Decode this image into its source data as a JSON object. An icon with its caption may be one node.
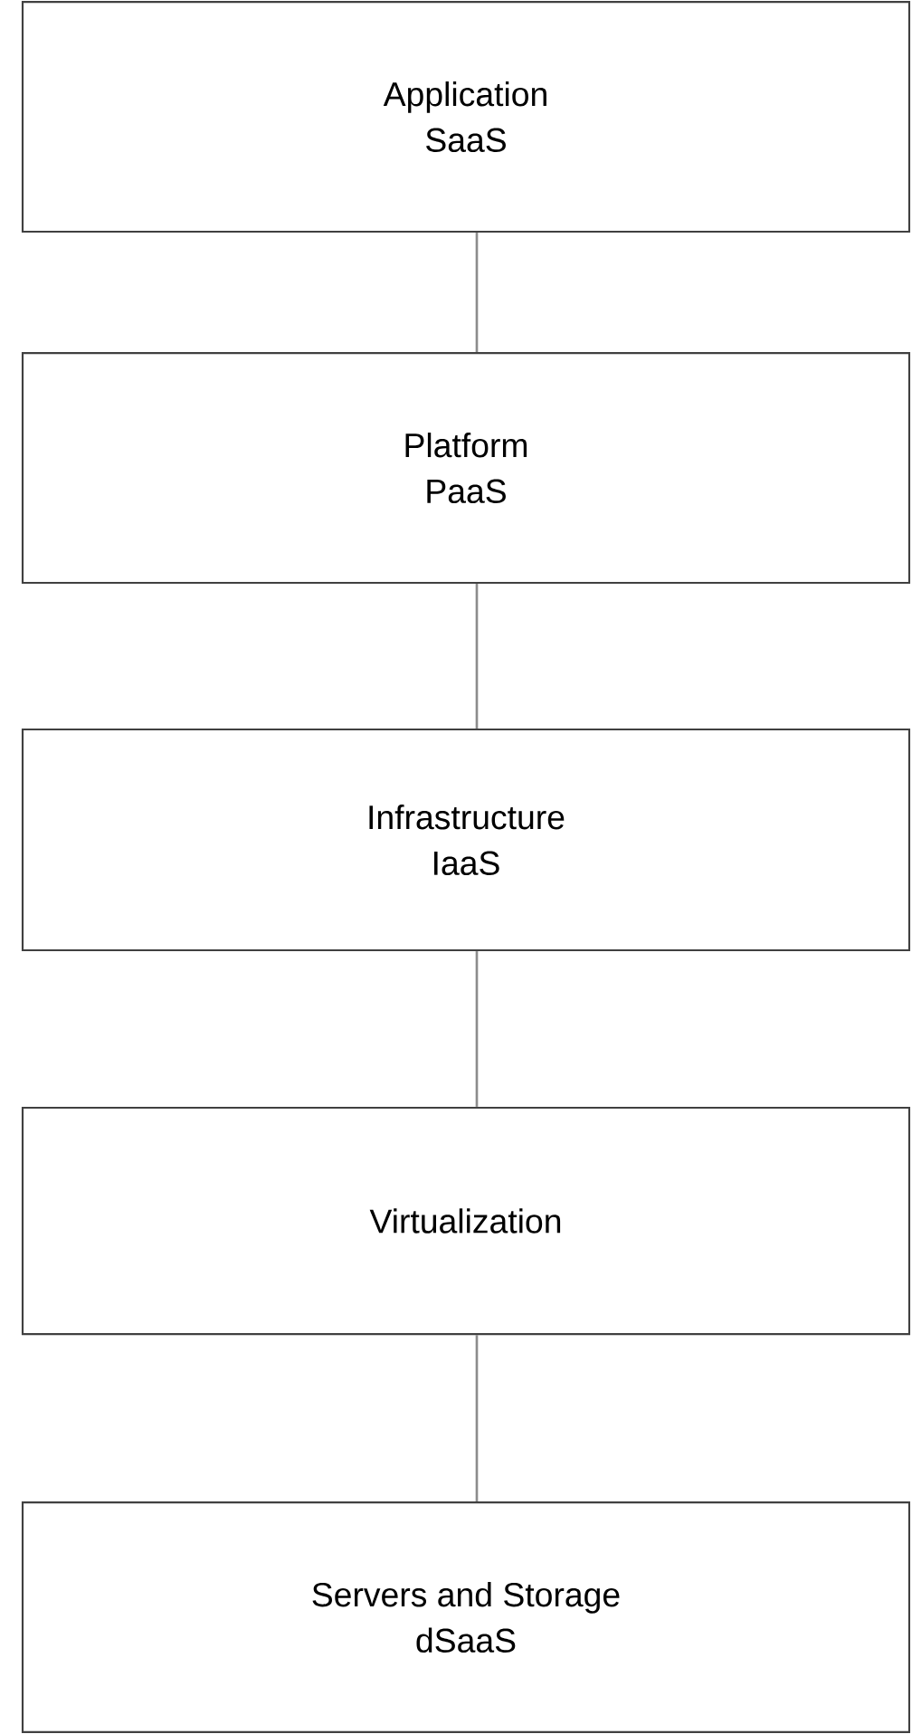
{
  "diagram": {
    "nodes": [
      {
        "text": [
          "Application",
          "SaaS"
        ]
      },
      {
        "text": [
          "Platform",
          "PaaS"
        ]
      },
      {
        "text": [
          "Infrastructure",
          "IaaS"
        ]
      },
      {
        "text": [
          "Virtualization"
        ]
      },
      {
        "text": [
          "Servers and Storage",
          "dSaaS"
        ]
      }
    ],
    "edges": [
      {
        "from": 0,
        "to": 1,
        "arrow": "none"
      },
      {
        "from": 1,
        "to": 2,
        "arrow": "none"
      },
      {
        "from": 2,
        "to": 3,
        "arrow": "none"
      },
      {
        "from": 3,
        "to": 4,
        "arrow": "none"
      }
    ]
  }
}
